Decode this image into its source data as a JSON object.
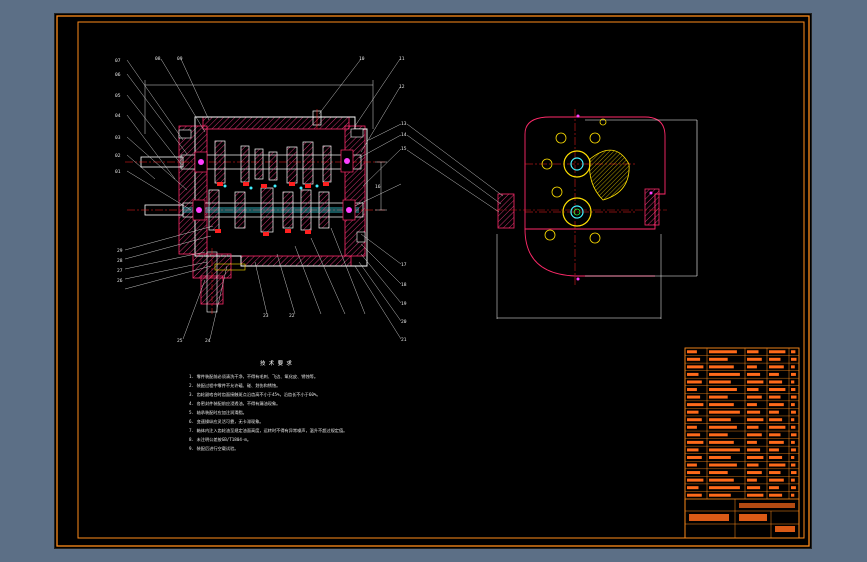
{
  "canvas": {
    "background": "#000000",
    "frame_color": "#ff8c1a",
    "desktop_color": "#5c6f86"
  },
  "colors": {
    "outline": "#ff2a6a",
    "hatch": "#ff3c8a",
    "white": "#ffffff",
    "cyan": "#41f0ff",
    "yellow": "#ffe000",
    "red": "#ff2020",
    "green": "#22ff44",
    "magenta": "#ff40ff",
    "leader": "#d9d9d9"
  },
  "balloons_left": [
    "07",
    "06",
    "05",
    "04",
    "03",
    "02",
    "01"
  ],
  "balloons_top": [
    "08",
    "09",
    "10",
    "11",
    "12"
  ],
  "balloons_right": [
    "13",
    "14",
    "15",
    "16",
    "17",
    "18",
    "19",
    "20",
    "21"
  ],
  "balloons_bottom": [
    "29",
    "28",
    "27",
    "26",
    "25",
    "24",
    "23",
    "22"
  ],
  "tech_title": "技 术 要 求",
  "tech_notes": [
    "1. 零件装配前必须清洗干净，不得有毛刺、飞边、氧化皮、锈蚀等。",
    "2. 装配过程中零件不允许磕、碰、划伤和锈蚀。",
    "3. 齿轮副啮合时齿面接触斑点沿齿高不小于45%，沿齿长不小于60%。",
    "4. 各密封件装配前应浸透油，不得有漏油现象。",
    "5. 轴承装配时应加注润滑脂。",
    "6. 变速操纵应灵活可靠，无卡滞现象。",
    "7. 箱体内注入齿轮油至规定油面高度，运转时不得有异常噪声，温升不超过规定值。",
    "8. 未注明公差按GB/T1804-m。",
    "9. 装配后进行空载试验。"
  ],
  "title_block": {
    "rows": 20
  }
}
